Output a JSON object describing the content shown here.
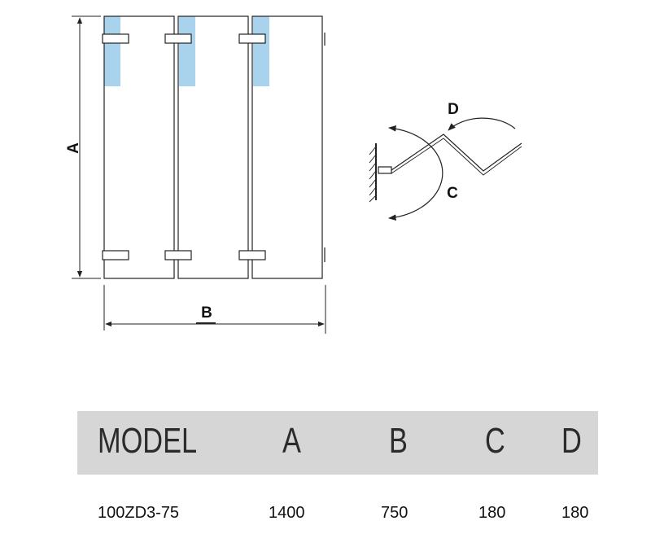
{
  "diagram": {
    "label_a": "A",
    "label_b": "B",
    "label_c": "C",
    "label_d": "D"
  },
  "spec_table": {
    "headers": [
      "MODEL",
      "A",
      "B",
      "C",
      "D"
    ],
    "row": [
      "100ZD3-75",
      "1400",
      "750",
      "180",
      "180"
    ]
  },
  "colors": {
    "glass_tint": "#a9d3ec",
    "line": "#222222",
    "band": "#d6d6d6"
  }
}
